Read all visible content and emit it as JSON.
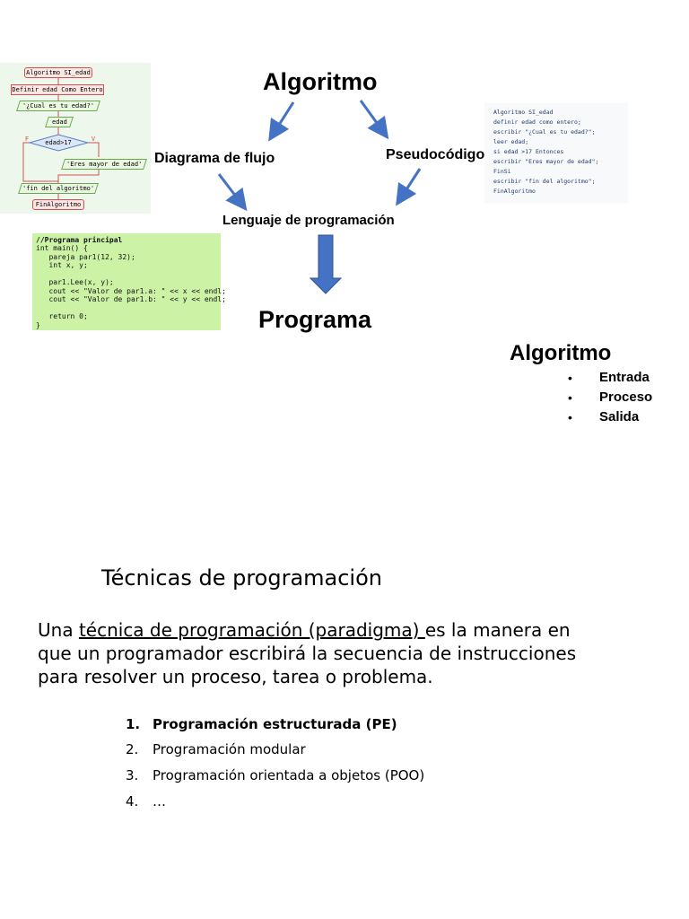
{
  "top_title": "Algoritmo",
  "left_label": "Diagrama de flujo",
  "right_label": "Pseudocódigo",
  "middle_label": "Lenguaje de programación",
  "bottom_title": "Programa",
  "flowchart": {
    "start": "Algoritmo SI_edad",
    "define": "Definir edad Como Entero",
    "prompt": "'¿Cual es tu edad?'",
    "read": "edad",
    "decision": "edad>17",
    "false_mark": "F",
    "true_mark": "V",
    "output_true": "'Eres mayor de edad'",
    "output_end": "'fin del algoritmo'",
    "end": "FinAlgoritmo"
  },
  "pseudocode": {
    "lines": [
      "Algoritmo SI_edad",
      "    definir edad como entero;",
      "    escribir \"¿Cual es tu edad?\";",
      "    leer edad;",
      "    si edad >17 Entonces",
      "        escribir \"Eres mayor de edad\";",
      "    FinSi",
      "    escribir \"fin del algoritmo\";",
      "FinAlgoritmo"
    ]
  },
  "code": {
    "lines": [
      "//Programa principal",
      "int main() {",
      "   pareja par1(12, 32);",
      "   int x, y;",
      "",
      "   par1.Lee(x, y);",
      "   cout << \"Valor de par1.a: \" << x << endl;",
      "   cout << \"Valor de par1.b: \" << y << endl;",
      "",
      "   return 0;",
      "}"
    ]
  },
  "side_box": {
    "title": "Algoritmo",
    "bullet": "•",
    "items": [
      "Entrada",
      "Proceso",
      "Salida"
    ]
  },
  "section": {
    "title": "Técnicas de programación",
    "definition_before": "Una ",
    "definition_link": "técnica de programación (paradigma) ",
    "definition_after": "es la manera en que un programador escribirá la secuencia de instrucciones para resolver un proceso, tarea o problema.",
    "list": [
      {
        "num": "1.",
        "text": "Programación estructurada (PE)"
      },
      {
        "num": "2.",
        "text": "Programación modular"
      },
      {
        "num": "3.",
        "text": "Programación orientada a objetos (POO)"
      },
      {
        "num": "4.",
        "text": "…"
      }
    ]
  },
  "colors": {
    "arrow": "#4472c4",
    "code_bg": "#ccf2a5",
    "flow_bg": "#eef7ec"
  }
}
